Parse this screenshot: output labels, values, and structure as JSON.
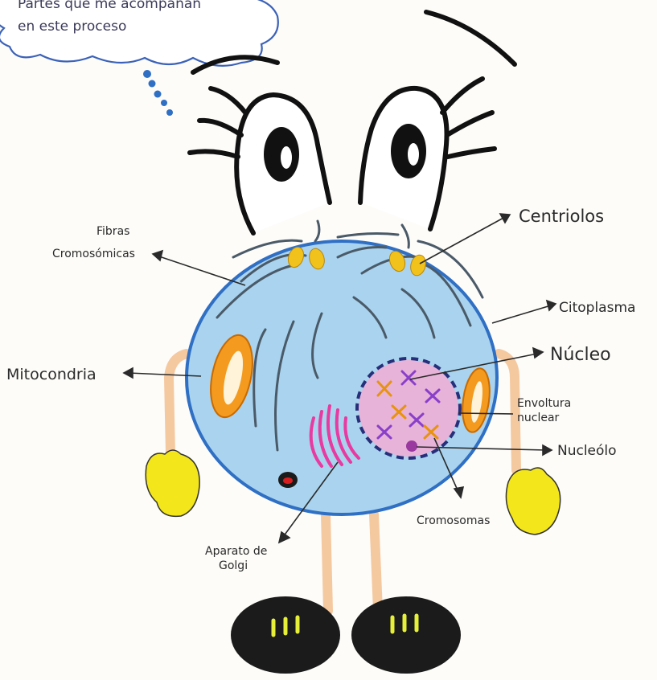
{
  "thought_bubble": {
    "line1": "Partes que me acompañan",
    "line2": "en este proceso"
  },
  "labels": {
    "fibras_line1": "Fibras",
    "fibras_line2": "Cromosómicas",
    "centriolos": "Centriolos",
    "citoplasma": "Citoplasma",
    "nucleo": "Núcleo",
    "mitocondria": "Mitocondria",
    "envoltura_line1": "Envoltura",
    "envoltura_line2": "nuclear",
    "nucleolo": "Nucleólo",
    "cromosomas": "Cromosomas",
    "golgi_line1": "Aparato de",
    "golgi_line2": "Golgi"
  },
  "colors": {
    "cell_fill": "#a9d3ee",
    "cell_stroke": "#2f6fc4",
    "nucleus_fill": "#e7b3d9",
    "nuclear_envelope": "#26307a",
    "mitochondria": "#f39a1f",
    "golgi": "#e83aa0",
    "gloves": "#f3e61a",
    "shoes": "#1b1b1b",
    "shoe_stripes": "#e6ef3a",
    "centrioles": "#f2c21c",
    "limbs": "#f5c9a0",
    "bubble_dots": "#2f6fc4"
  }
}
